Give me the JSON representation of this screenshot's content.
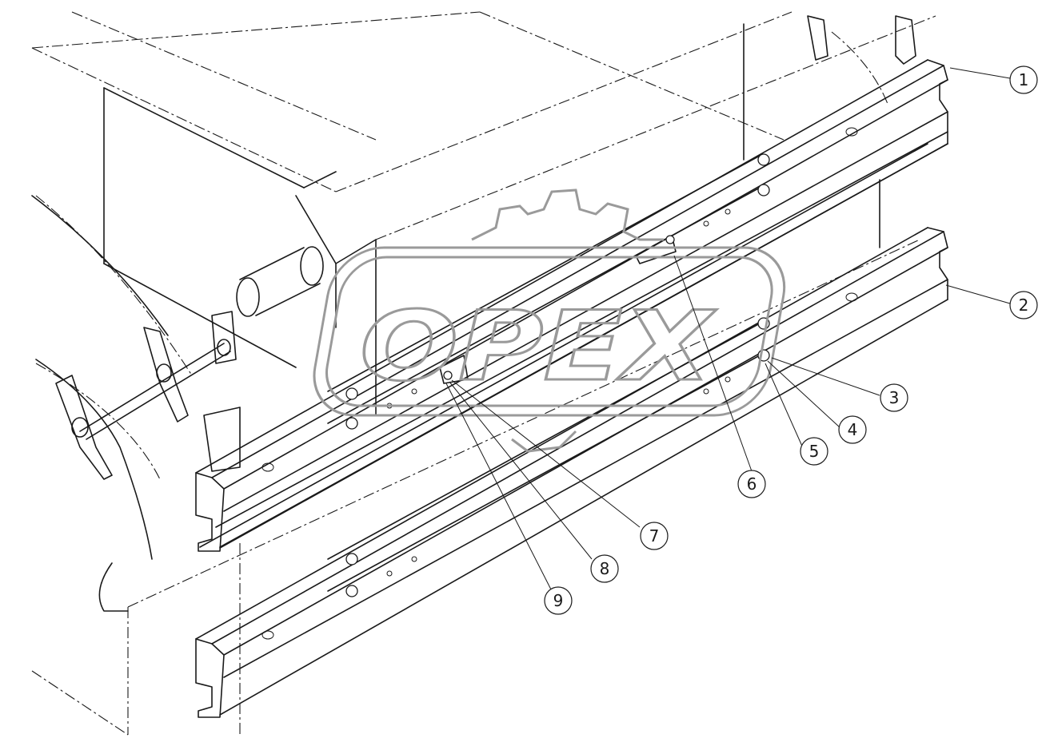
{
  "watermark": {
    "text": "OPEX"
  },
  "callouts": [
    {
      "id": "1",
      "label": "1"
    },
    {
      "id": "2",
      "label": "2"
    },
    {
      "id": "3",
      "label": "3"
    },
    {
      "id": "4",
      "label": "4"
    },
    {
      "id": "5",
      "label": "5"
    },
    {
      "id": "6",
      "label": "6"
    },
    {
      "id": "7",
      "label": "7"
    },
    {
      "id": "8",
      "label": "8"
    },
    {
      "id": "9",
      "label": "9"
    }
  ],
  "colors": {
    "line": "#1a1a1a",
    "watermark": "#9a9a9a",
    "background": "#ffffff"
  }
}
